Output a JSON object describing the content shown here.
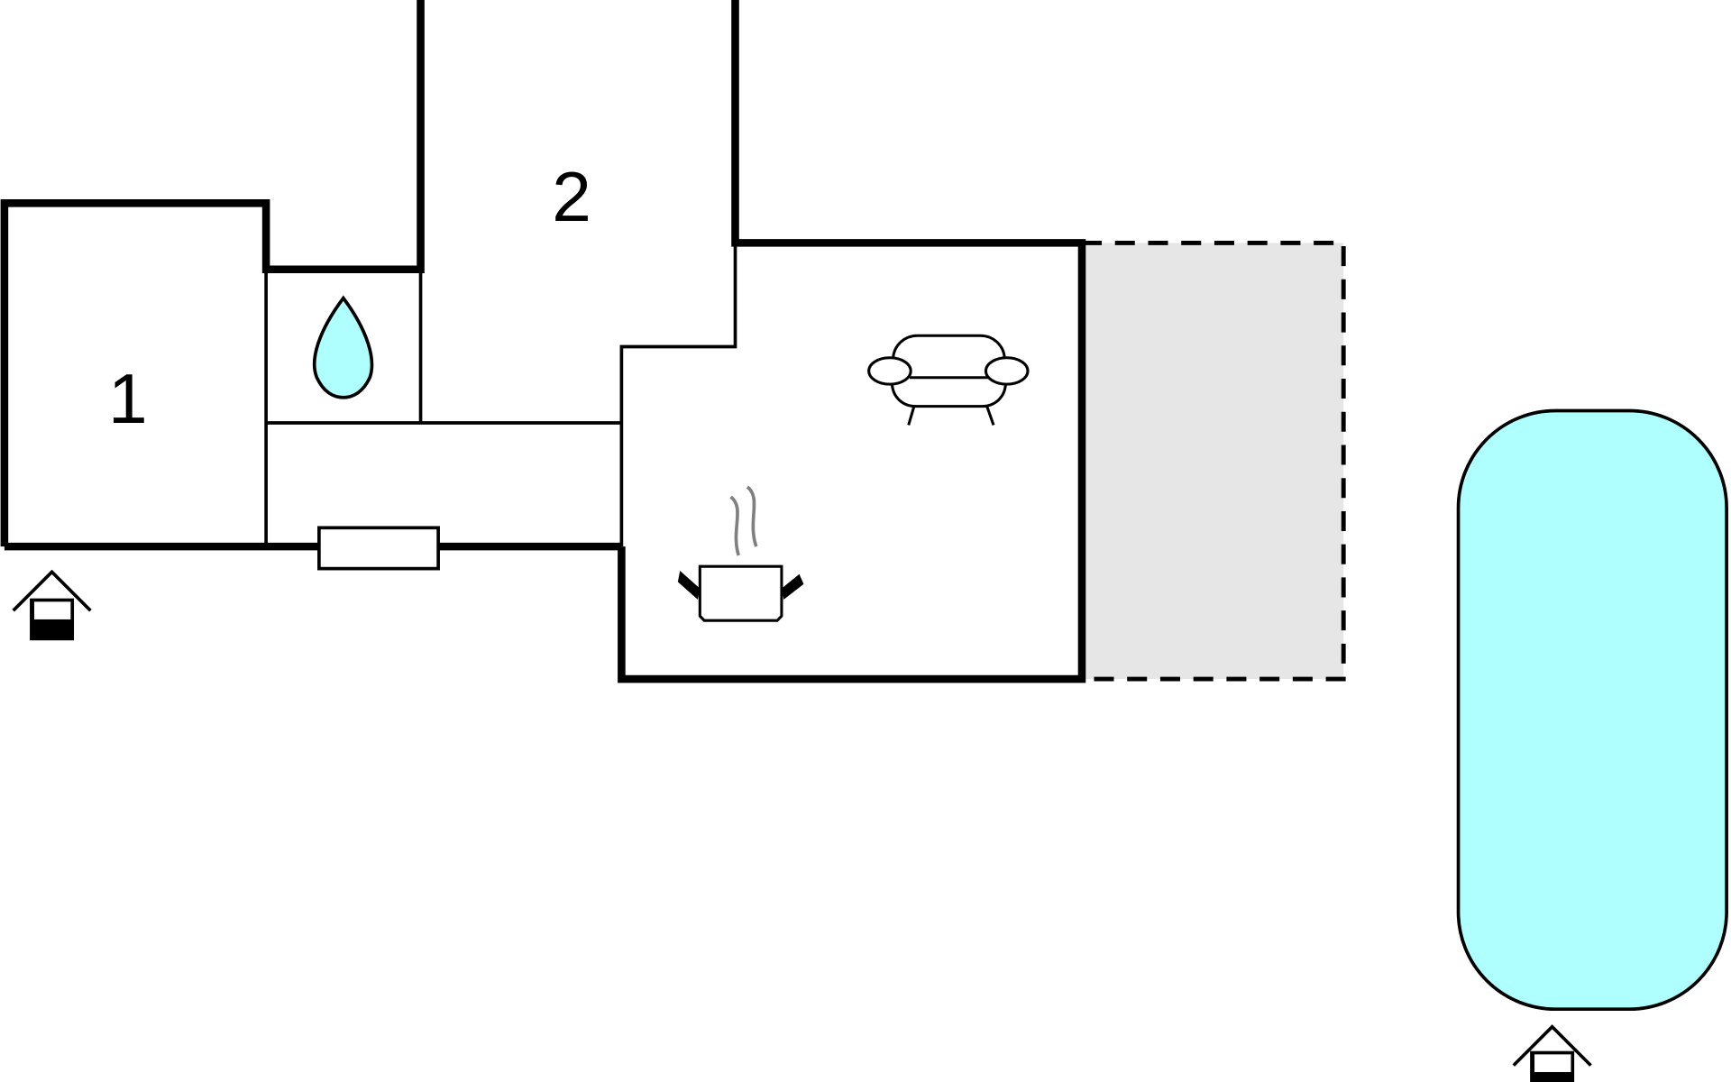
{
  "floorplan": {
    "room_labels": [
      "1",
      "2"
    ],
    "icons": [
      "bathroom-water-drop-icon",
      "sofa-icon",
      "cooking-pot-icon",
      "house-entrance-icon",
      "pool"
    ],
    "colors": {
      "wall": "#000000",
      "water": "#b0ffff",
      "terrace": "#e6e6e6",
      "steam": "#808080"
    }
  }
}
